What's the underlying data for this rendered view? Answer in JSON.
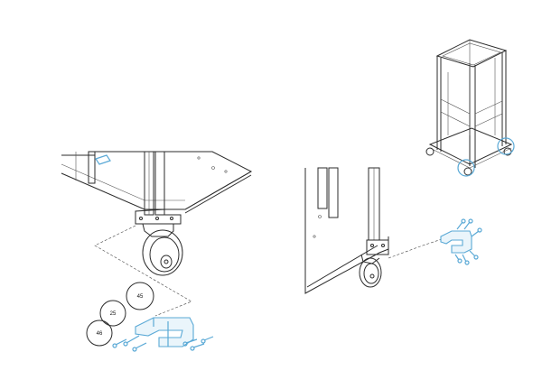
{
  "callouts": [
    {
      "number": "45"
    },
    {
      "number": "25"
    },
    {
      "number": "46"
    }
  ],
  "colors": {
    "line": "#2b2b2b",
    "part_highlight": "#5aa9d6",
    "background": "#ffffff"
  }
}
